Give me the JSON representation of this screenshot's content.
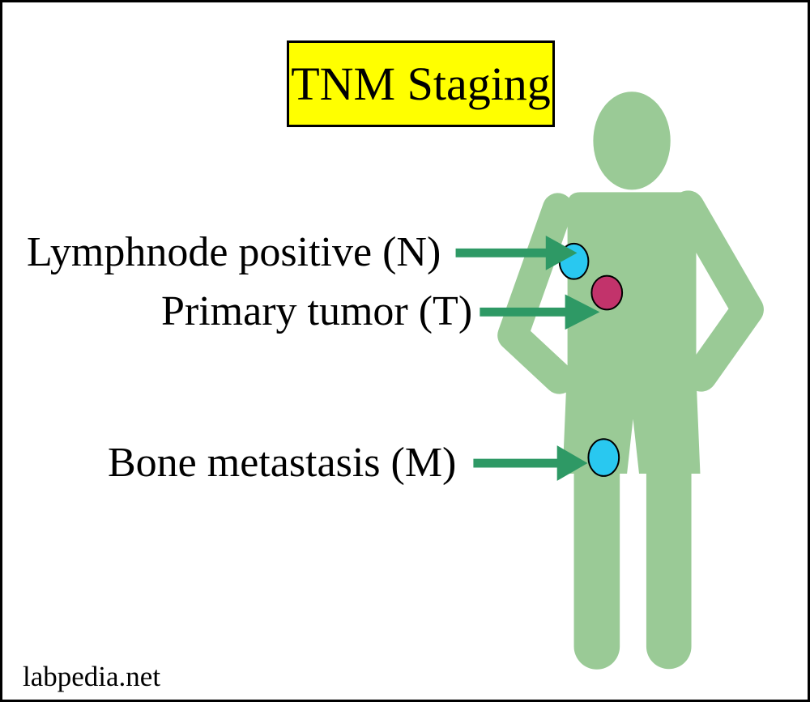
{
  "title": {
    "text": "TNM Staging"
  },
  "labels": [
    {
      "id": "lymphnode-positive",
      "text": "Lymphnode positive (N)",
      "letter": "N"
    },
    {
      "id": "primary-tumor",
      "text": "Primary tumor (T)",
      "letter": "T"
    },
    {
      "id": "bone-metastasis",
      "text": "Bone metastasis (M)",
      "letter": "M"
    }
  ],
  "markers": [
    {
      "name": "lymph-node-marker",
      "letter": "N",
      "color": "#29c8f0",
      "location": "right chest / axilla of figure"
    },
    {
      "name": "primary-tumor-marker",
      "letter": "T",
      "color": "#c2336b",
      "location": "chest of figure"
    },
    {
      "name": "bone-metastasis-marker",
      "letter": "M",
      "color": "#29c8f0",
      "location": "upper left leg of figure"
    }
  ],
  "figure": {
    "description": "light green human silhouette standing with hands on hips"
  },
  "watermark": {
    "text": "labpedia.net"
  },
  "colors": {
    "background": "#ffffff",
    "page_border": "#000000",
    "title_fill": "#ffff00",
    "title_border": "#000000",
    "text": "#000000",
    "body_green": "#9aca96",
    "arrow_green": "#2e9965",
    "marker_cyan": "#29c8f0",
    "marker_crimson": "#c2336b",
    "marker_outline": "#000000"
  }
}
